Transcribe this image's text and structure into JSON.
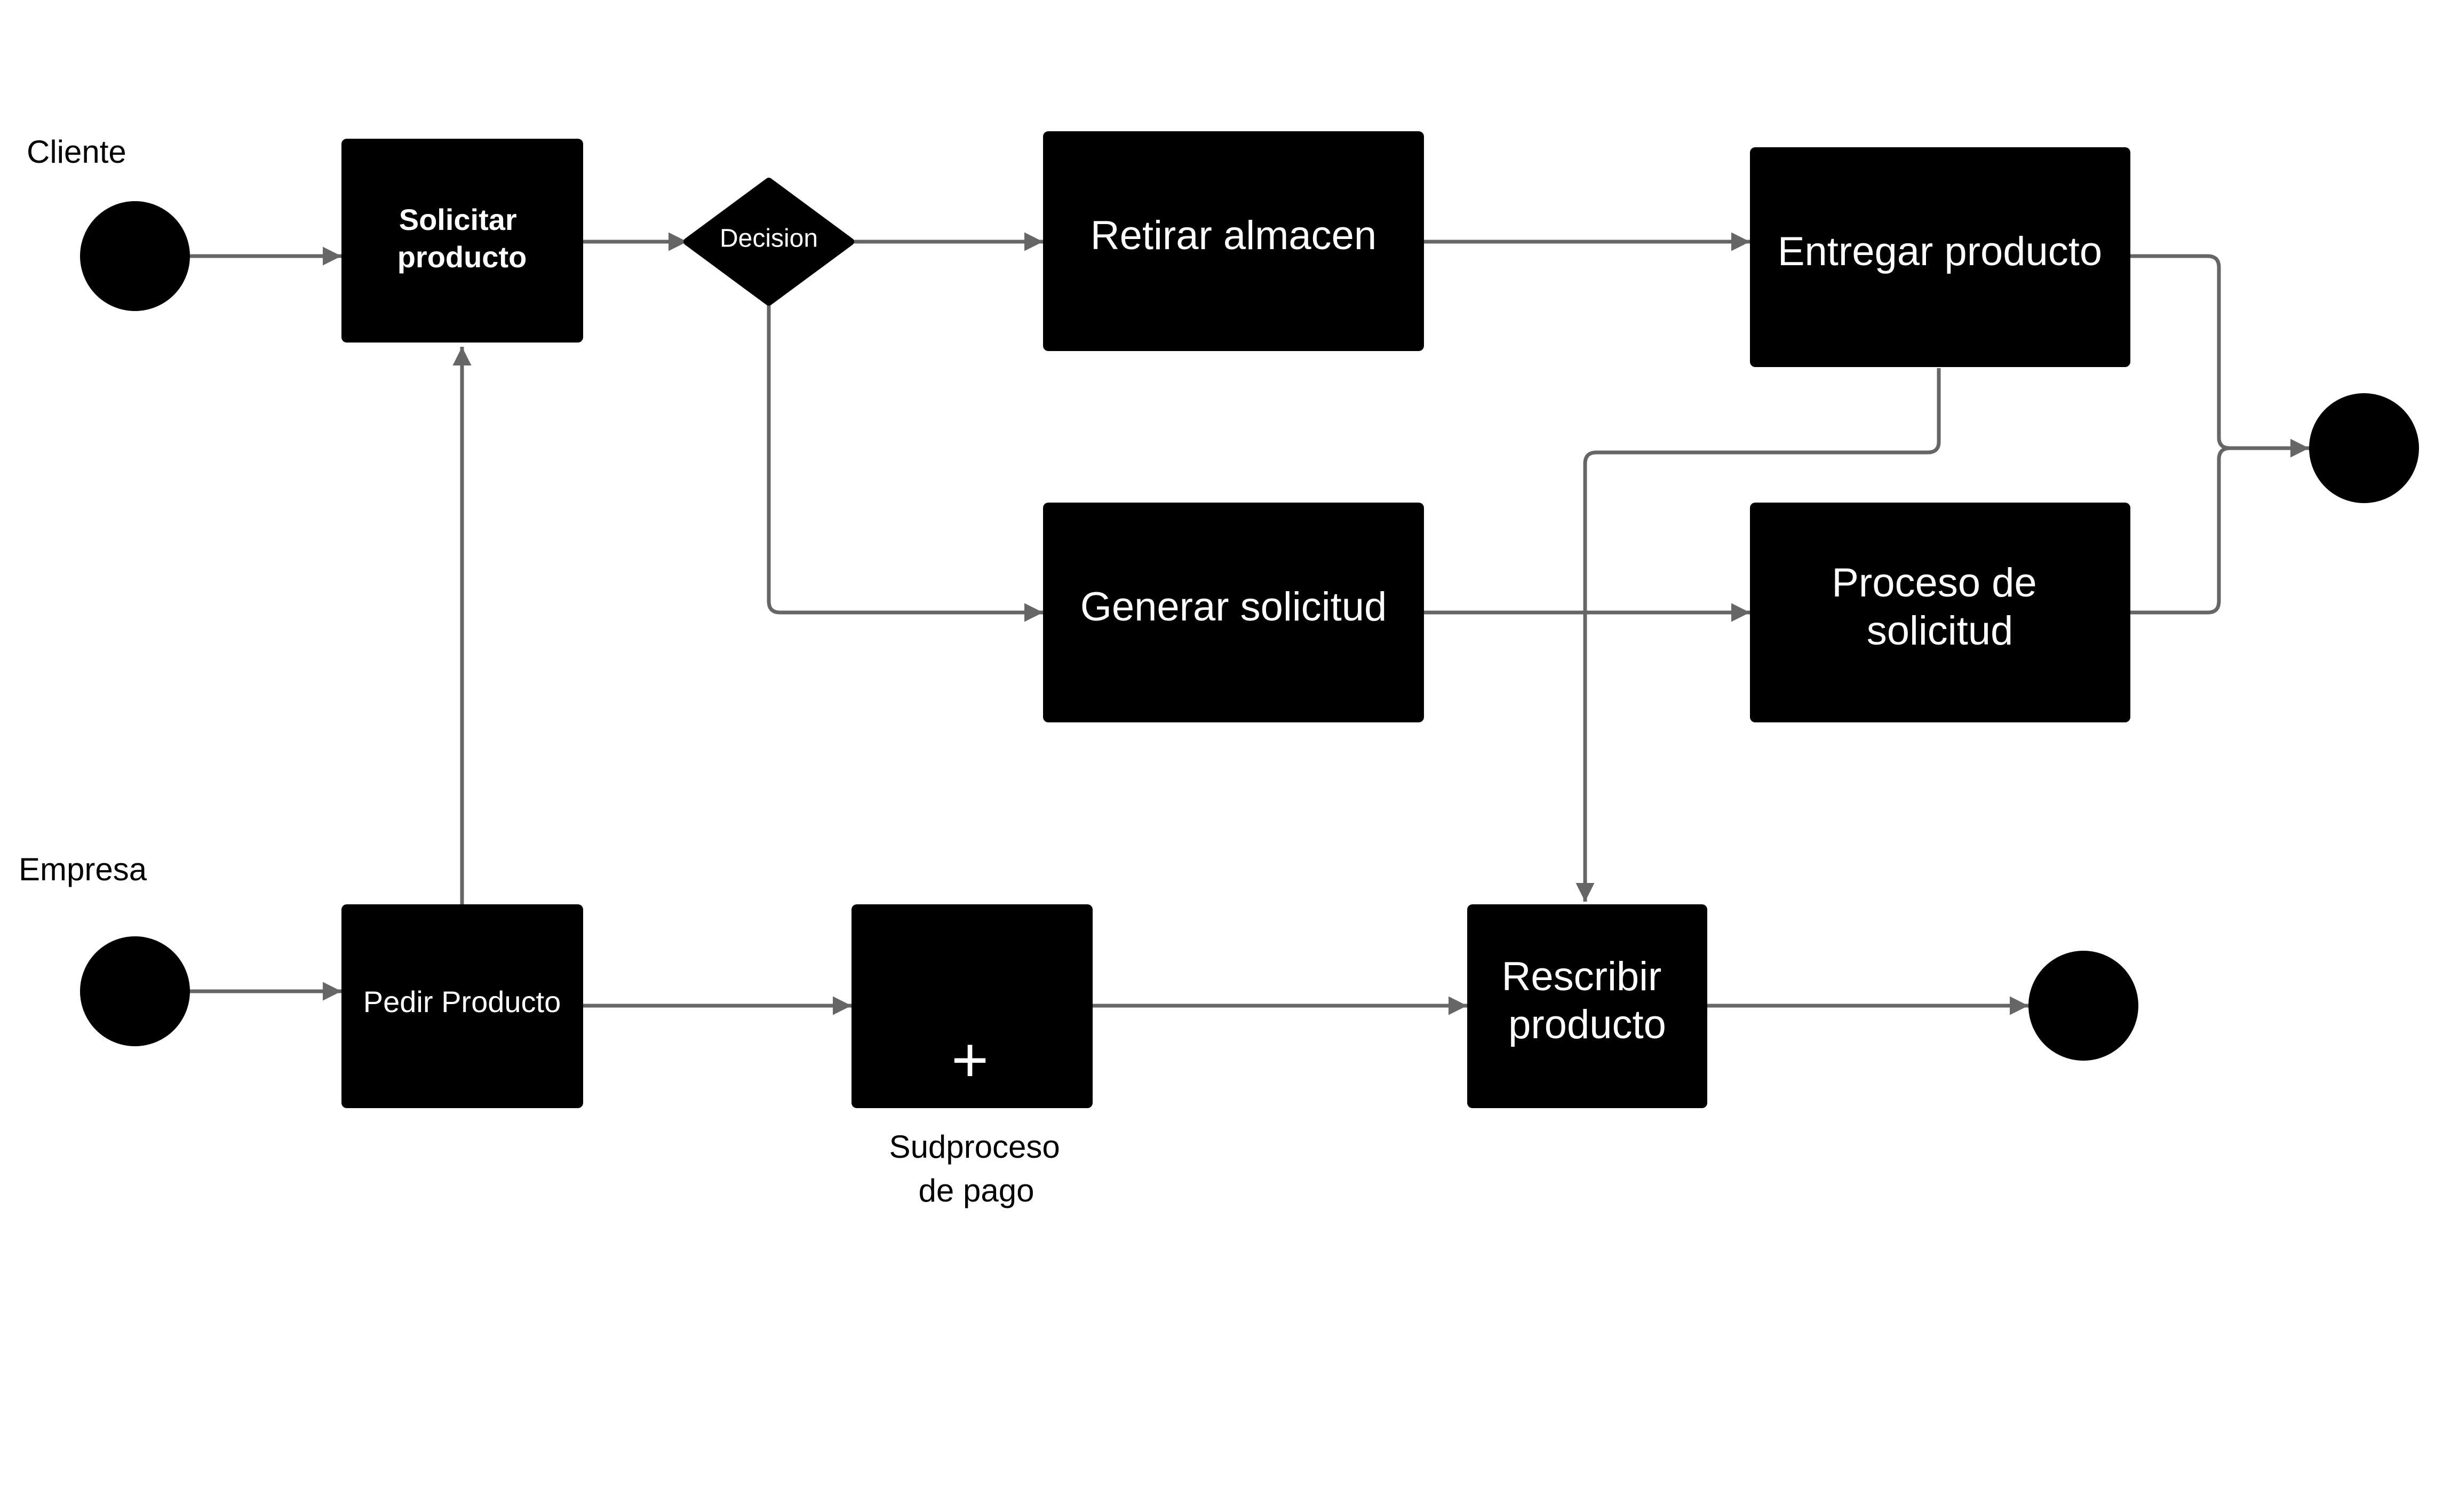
{
  "colors": {
    "node_fill": "#000000",
    "node_text": "#ffffff",
    "edge": "#666666",
    "background": "#ffffff",
    "label_text": "#000000"
  },
  "lanes": {
    "cliente": "Cliente",
    "empresa": "Empresa"
  },
  "nodes": {
    "solicitar_producto": [
      "Solicitar",
      "producto"
    ],
    "decision": "Decision",
    "retirar_almacen": "Retirar almacen",
    "entregar_producto": "Entregar producto",
    "generar_solicitud": "Generar solicitud",
    "proceso_solicitud": [
      "Proceso de",
      "solicitud"
    ],
    "pedir_producto": "Pedir Producto",
    "subproceso_marker": "+",
    "subproceso_caption": [
      "Sudproceso",
      "de pago"
    ],
    "rescribir_producto": [
      "Rescribir",
      "producto"
    ]
  },
  "edges": [
    {
      "from": "start-cliente",
      "to": "solicitar_producto"
    },
    {
      "from": "solicitar_producto",
      "to": "decision"
    },
    {
      "from": "decision",
      "to": "retirar_almacen"
    },
    {
      "from": "decision",
      "to": "generar_solicitud"
    },
    {
      "from": "retirar_almacen",
      "to": "entregar_producto"
    },
    {
      "from": "generar_solicitud",
      "to": "proceso_solicitud"
    },
    {
      "from": "entregar_producto",
      "to": "end-cliente"
    },
    {
      "from": "proceso_solicitud",
      "to": "end-cliente"
    },
    {
      "from": "entregar_producto",
      "to": "rescribir_producto"
    },
    {
      "from": "start-empresa",
      "to": "pedir_producto"
    },
    {
      "from": "pedir_producto",
      "to": "solicitar_producto"
    },
    {
      "from": "pedir_producto",
      "to": "subproceso_pago"
    },
    {
      "from": "subproceso_pago",
      "to": "rescribir_producto"
    },
    {
      "from": "rescribir_producto",
      "to": "end-empresa"
    }
  ]
}
